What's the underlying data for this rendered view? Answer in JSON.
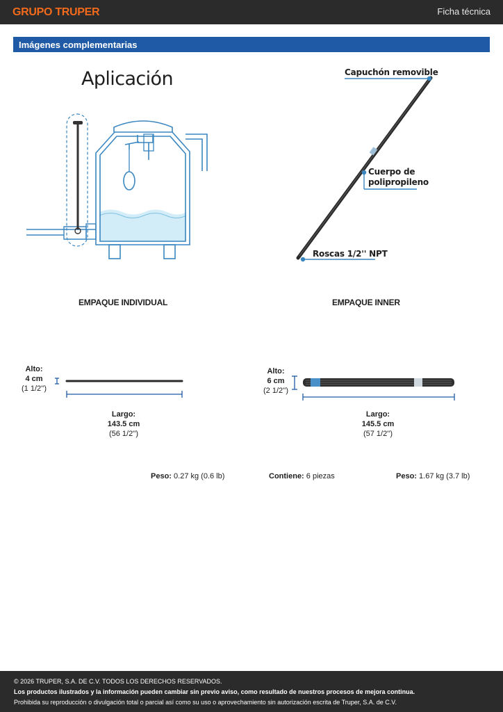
{
  "header": {
    "brand": "GRUPO TRUPER",
    "doc_type": "Ficha técnica"
  },
  "section": {
    "title": "Imágenes complementarias"
  },
  "application": {
    "title": "Aplicación"
  },
  "product_callouts": {
    "cap": "Capuchón removible",
    "body_line1": "Cuerpo de",
    "body_line2": "polipropileno",
    "threads": "Roscas 1/2'' NPT"
  },
  "individual_pack": {
    "title": "EMPAQUE INDIVIDUAL",
    "height_label": "Alto:",
    "height_cm": "4 cm",
    "height_in": "(1 1/2'')",
    "length_label": "Largo:",
    "length_cm": "143.5 cm",
    "length_in": "(56 1/2'')",
    "weight_label": "Peso:",
    "weight_value": "0.27 kg (0.6 lb)"
  },
  "inner_pack": {
    "title": "EMPAQUE INNER",
    "height_label": "Alto:",
    "height_cm": "6 cm",
    "height_in": "(2 1/2'')",
    "length_label": "Largo:",
    "length_cm": "145.5 cm",
    "length_in": "(57 1/2'')",
    "contains_label": "Contiene:",
    "contains_value": "6 piezas",
    "weight_label": "Peso:",
    "weight_value": "1.67 kg (3.7 lb)"
  },
  "colors": {
    "brand_orange": "#f26a1b",
    "bar_blue": "#1f5aa6",
    "line_blue": "#3a86c0",
    "water_blue": "#d2ecf8",
    "dark_bg": "#2b2b2b"
  },
  "footer": {
    "copyright": "© 2026 TRUPER, S.A. DE C.V. TODOS LOS DERECHOS RESERVADOS.",
    "notice": "Los productos ilustrados y la información pueden cambiar sin previo aviso, como resultado de nuestros procesos de mejora continua.",
    "legal": "Prohibida su reproducción o divulgación total o parcial así como su uso o aprovechamiento sin autorización escrita de Truper, S.A. de C.V."
  }
}
